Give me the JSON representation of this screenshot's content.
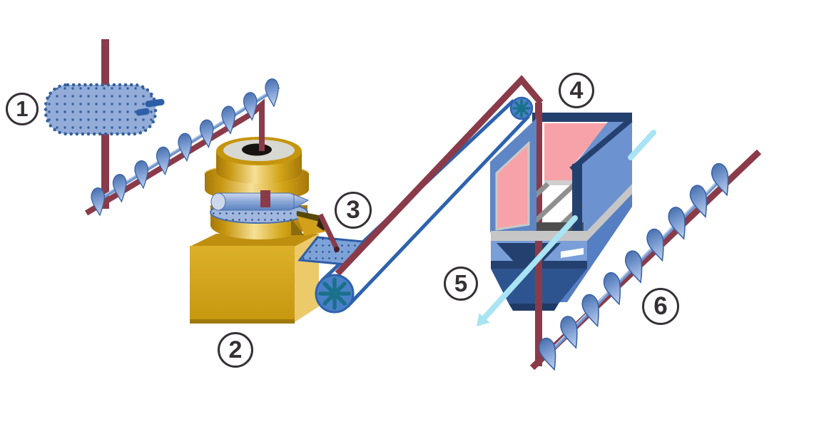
{
  "diagram": {
    "kind": "process-flow-equipment-diagram",
    "background": "#ffffff"
  },
  "labels": [
    {
      "text": "1",
      "component": "spiked-drum-roller"
    },
    {
      "text": "2",
      "component": "grinding-mill"
    },
    {
      "text": "3",
      "component": "perforated-screen-plate"
    },
    {
      "text": "4",
      "component": "screening-box"
    },
    {
      "text": "5",
      "component": "discharge-flow-arrow"
    },
    {
      "text": "6",
      "component": "screw-conveyor"
    }
  ],
  "colors": {
    "shaft_maroon": "#8a3b49",
    "auger_blue": "#7b9cd2",
    "auger_edge": "#3a62a4",
    "belt_blue": "#2e62ae",
    "pulley_spoke_teal": "#19718a",
    "mill_gold": "#d6a31d",
    "mill_top_cream": "#d8d8d2",
    "box_blue": "#6d92d0",
    "box_navy": "#24406e",
    "panel_pink": "#f7a2a8",
    "grate_gray": "#8f8f8f",
    "band_gray": "#c6c6c6",
    "arrow_cyan": "#a8e4f4",
    "label_ink": "#363036"
  }
}
